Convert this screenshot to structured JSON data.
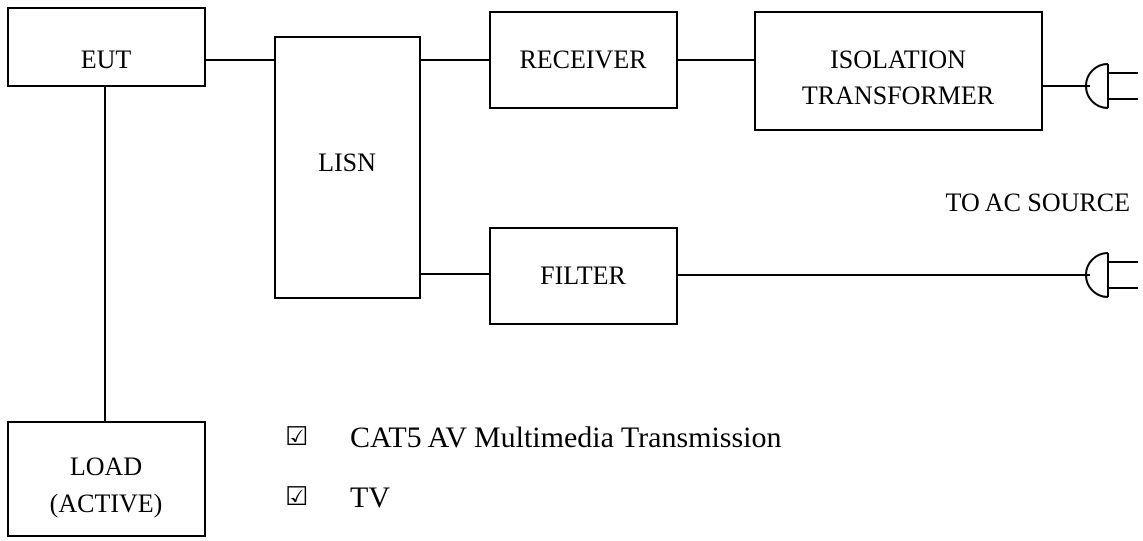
{
  "blocks": {
    "eut": "EUT",
    "lisn": "LISN",
    "receiver": "RECEIVER",
    "isolation_line1": "ISOLATION",
    "isolation_line2": "TRANSFORMER",
    "filter": "FILTER",
    "load_line1": "LOAD",
    "load_line2": "(ACTIVE)"
  },
  "ac_source_label": "TO AC SOURCE",
  "checklist": [
    {
      "checked": true,
      "mark": "☑",
      "label": "CAT5 AV Multimedia Transmission"
    },
    {
      "checked": true,
      "mark": "☑",
      "label": "TV"
    }
  ]
}
